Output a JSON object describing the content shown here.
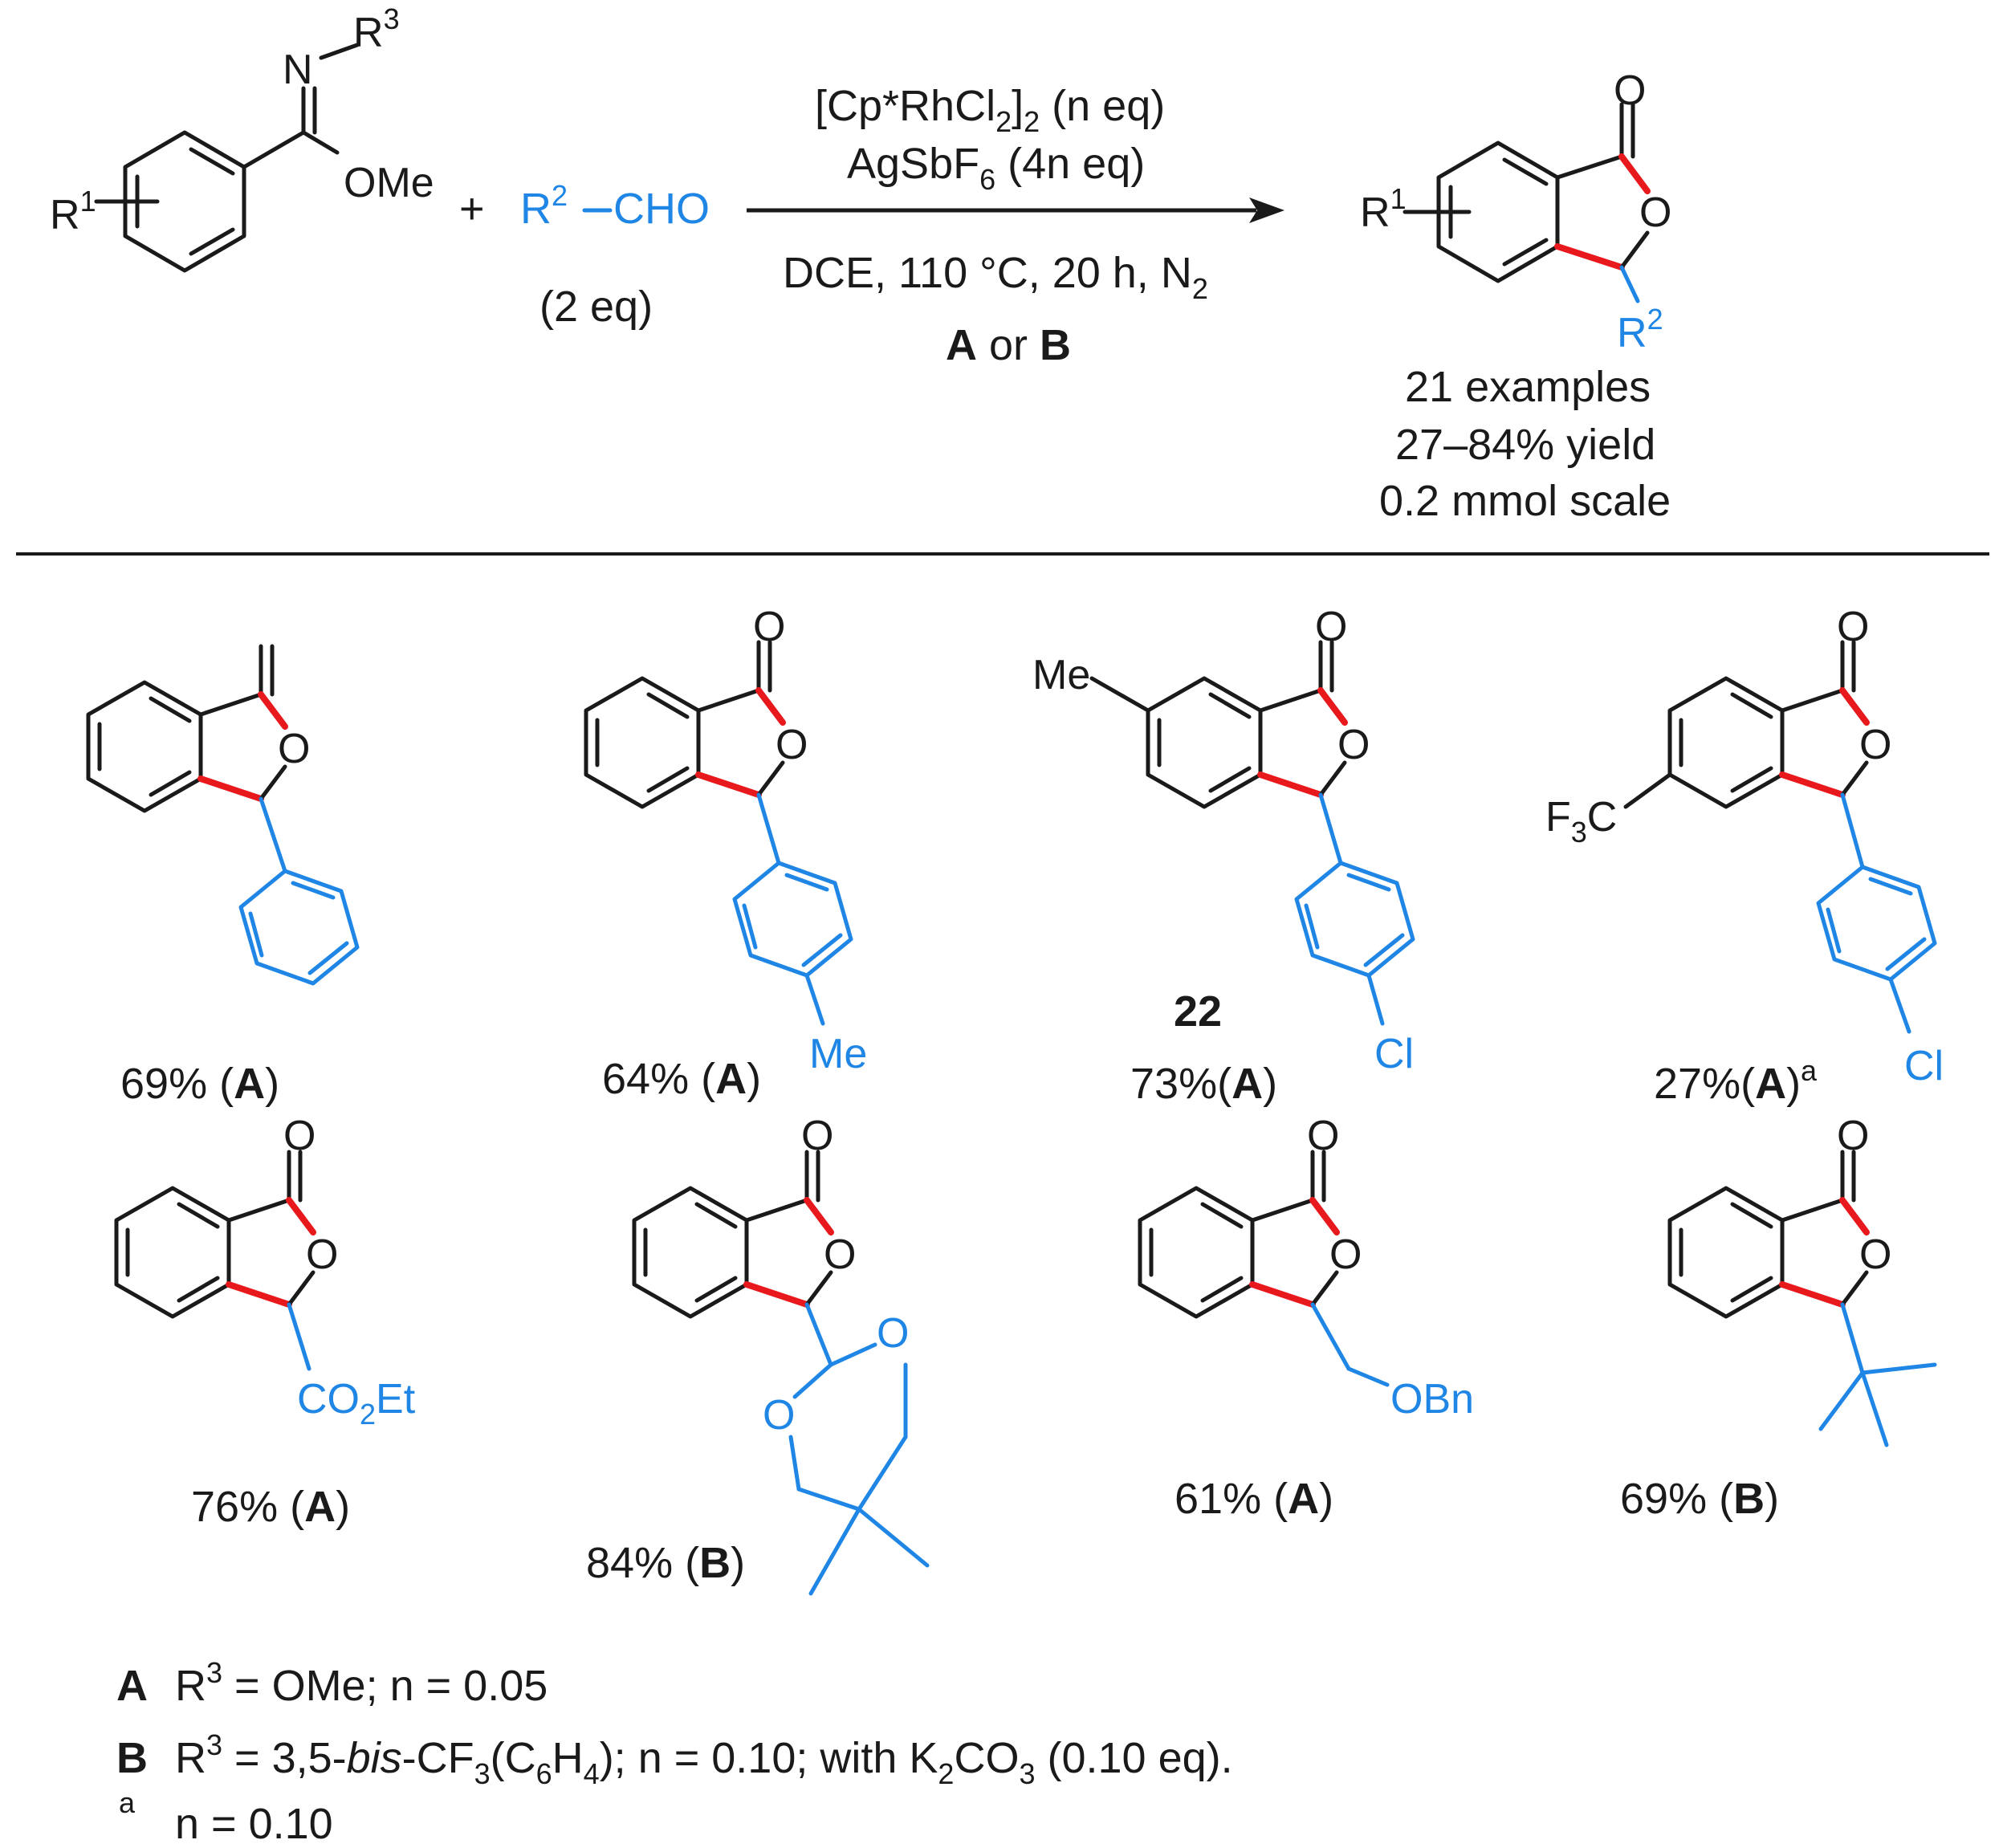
{
  "scheme": {
    "reactant": {
      "r1": "R",
      "r1_sup": "1",
      "r3": "R",
      "r3_sup": "3",
      "n": "N",
      "ome": "OMe"
    },
    "plus": "+",
    "aldehyde": {
      "r2": "R",
      "r2_sup": "2",
      "cho": "CHO",
      "equiv": "(2 eq)"
    },
    "conditions": {
      "line1_a": "[Cp*RhCl",
      "line1_sub": "2",
      "line1_b": "]",
      "line1_sub2": "2",
      "line1_c": " (n eq)",
      "line2_a": "AgSbF",
      "line2_sub": "6",
      "line2_b": " (4n eq)",
      "line3_a": "DCE, 110 °C, 20 h, N",
      "line3_sub": "2",
      "line4_a": "A",
      "line4_or": " or ",
      "line4_b": "B"
    },
    "product": {
      "o_carbonyl": "O",
      "o_ring": "O",
      "r1": "R",
      "r1_sup": "1",
      "r2": "R",
      "r2_sup": "2",
      "summary1": "21 examples",
      "summary2": "27–84% yield",
      "summary3": "0.2 mmol scale"
    }
  },
  "examples": [
    {
      "yield": "69% (",
      "cond": "A",
      "close": ")"
    },
    {
      "yield": "64% (",
      "cond": "A",
      "close": ")",
      "sub": "Me"
    },
    {
      "yield": "73%(",
      "cond": "A",
      "close": ")",
      "compound": "22",
      "sub": "Cl",
      "ring_sub": "Me"
    },
    {
      "yield": "27%(",
      "cond": "A",
      "close": ")",
      "note": "a",
      "sub": "Cl",
      "ring_sub_a": "F",
      "ring_sub_sub": "3",
      "ring_sub_b": "C"
    },
    {
      "yield": "76% (",
      "cond": "A",
      "close": ")",
      "sub_a": "CO",
      "sub_sub": "2",
      "sub_b": "Et"
    },
    {
      "yield": "84% (",
      "cond": "B",
      "close": ")",
      "o1": "O",
      "o2": "O"
    },
    {
      "yield": "61% (",
      "cond": "A",
      "close": ")",
      "sub": "OBn"
    },
    {
      "yield": "69% (",
      "cond": "B",
      "close": ")"
    }
  ],
  "footnotes": {
    "a_label": "A",
    "a_r": "R",
    "a_sup": "3",
    "a_text": " = OMe; n = 0.05",
    "b_label": "B",
    "b_r": "R",
    "b_sup": "3",
    "b_text1": " = 3,5-",
    "b_italic": "bis",
    "b_text2": "-CF",
    "b_s1": "3",
    "b_text3": "(C",
    "b_s2": "6",
    "b_text4": "H",
    "b_s3": "4",
    "b_text5": "); n = 0.10; with K",
    "b_s4": "2",
    "b_text6": "CO",
    "b_s5": "3",
    "b_text7": " (0.10 eq).",
    "n_label": "a",
    "n_text": "n = 0.10"
  }
}
